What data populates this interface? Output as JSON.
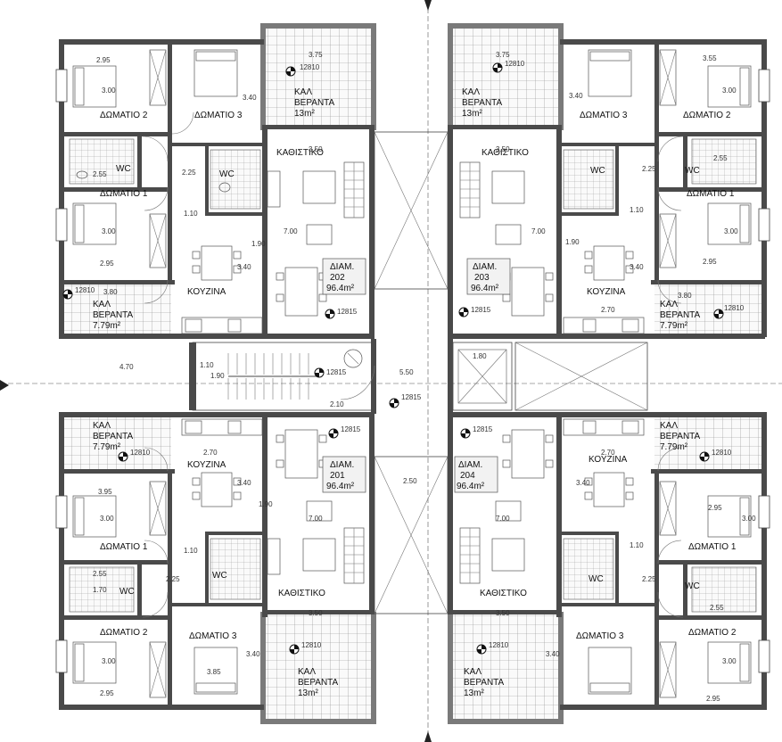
{
  "apartments": [
    {
      "id": "202",
      "unit_label": "ΔΙΑΜ.",
      "unit_no": "202",
      "area": "96.4m²",
      "rooms": {
        "bedroom2": "ΔΩΜΑΤΙΟ 2",
        "bedroom3": "ΔΩΜΑΤΙΟ 3",
        "bedroom1": "ΔΩΜΑΤΙΟ 1",
        "kitchen": "ΚΟΥΖΙΝΑ",
        "living": "ΚΑΘΙΣΤΙΚΟ",
        "wc_a": "WC",
        "wc_b": "WC"
      },
      "veranda_main": {
        "l1": "ΚΑΛ",
        "l2": "ΒΕΡΑΝΤΑ",
        "area": "13m²",
        "level": "12810"
      },
      "veranda_small": {
        "l1": "ΚΑΛ",
        "l2": "ΒΕΡΑΝΤΑ",
        "area": "7.79m²",
        "level": "12810"
      },
      "level_living": "12815",
      "dims": [
        "2.95",
        "3.00",
        "3.75",
        "3.50",
        "3.40",
        "2.25",
        "2.55",
        "1.10",
        "3.00",
        "7.00",
        "1.90",
        "3.40",
        "2.95",
        "3.80"
      ]
    },
    {
      "id": "203",
      "unit_label": "ΔΙΑΜ.",
      "unit_no": "203",
      "area": "96.4m²",
      "rooms": {
        "bedroom2": "ΔΩΜΑΤΙΟ 2",
        "bedroom3": "ΔΩΜΑΤΙΟ 3",
        "bedroom1": "ΔΩΜΑΤΙΟ 1",
        "kitchen": "ΚΟΥΖΙΝΑ",
        "living": "ΚΑΘΙΣΤΙΚΟ",
        "wc_a": "WC",
        "wc_b": "WC"
      },
      "veranda_main": {
        "l1": "ΚΑΛ",
        "l2": "ΒΕΡΑΝΤΑ",
        "area": "13m²",
        "level": "12810"
      },
      "veranda_small": {
        "l1": "ΚΑΛ",
        "l2": "ΒΕΡΑΝΤΑ",
        "area": "7.79m²",
        "level": "12810"
      },
      "level_living": "12815",
      "dims": [
        "3.55",
        "3.00",
        "3.75",
        "3.50",
        "3.40",
        "2.25",
        "2.55",
        "1.10",
        "3.00",
        "7.00",
        "1.90",
        "3.40",
        "2.95",
        "2.70",
        "3.80"
      ]
    },
    {
      "id": "201",
      "unit_label": "ΔΙΑΜ.",
      "unit_no": "201",
      "area": "96.4m²",
      "rooms": {
        "bedroom2": "ΔΩΜΑΤΙΟ 2",
        "bedroom3": "ΔΩΜΑΤΙΟ 3",
        "bedroom1": "ΔΩΜΑΤΙΟ 1",
        "kitchen": "ΚΟΥΖΙΝΑ",
        "living": "ΚΑΘΙΣΤΙΚΟ",
        "wc_a": "WC",
        "wc_b": "WC"
      },
      "veranda_main": {
        "l1": "ΚΑΛ",
        "l2": "ΒΕΡΑΝΤΑ",
        "area": "13m²",
        "level": "12810"
      },
      "veranda_small": {
        "l1": "ΚΑΛ",
        "l2": "ΒΕΡΑΝΤΑ",
        "area": "7.79m²",
        "level": "12810"
      },
      "level_living": "12815",
      "dims": [
        "2.70",
        "3.95",
        "3.00",
        "3.40",
        "1.90",
        "1.10",
        "2.55",
        "1.70",
        "2.25",
        "3.00",
        "3.85",
        "3.40",
        "2.95",
        "3.50",
        "7.00"
      ]
    },
    {
      "id": "204",
      "unit_label": "ΔΙΑΜ.",
      "unit_no": "204",
      "area": "96.4m²",
      "rooms": {
        "bedroom2": "ΔΩΜΑΤΙΟ 2",
        "bedroom3": "ΔΩΜΑΤΙΟ 3",
        "bedroom1": "ΔΩΜΑΤΙΟ 1",
        "kitchen": "ΚΟΥΖΙΝΑ",
        "living": "ΚΑΘΙΣΤΙΚΟ",
        "wc_a": "WC",
        "wc_b": "WC"
      },
      "veranda_main": {
        "l1": "ΚΑΛ",
        "l2": "ΒΕΡΑΝΤΑ",
        "area": "13m²",
        "level": "12810"
      },
      "veranda_small": {
        "l1": "ΚΑΛ",
        "l2": "ΒΕΡΑΝΤΑ",
        "area": "7.79m²",
        "level": "12810"
      },
      "level_living": "12815",
      "dims": [
        "2.70",
        "2.95",
        "3.00",
        "3.40",
        "1.10",
        "2.25",
        "2.55",
        "3.00",
        "3.40",
        "2.95",
        "3.50",
        "7.00"
      ]
    }
  ],
  "core": {
    "stair_level": "12815",
    "lobby_level": "12815",
    "dims": [
      "4.70",
      "1.90",
      "1.10",
      "2.10",
      "5.50",
      "2.50",
      "1.80"
    ]
  }
}
